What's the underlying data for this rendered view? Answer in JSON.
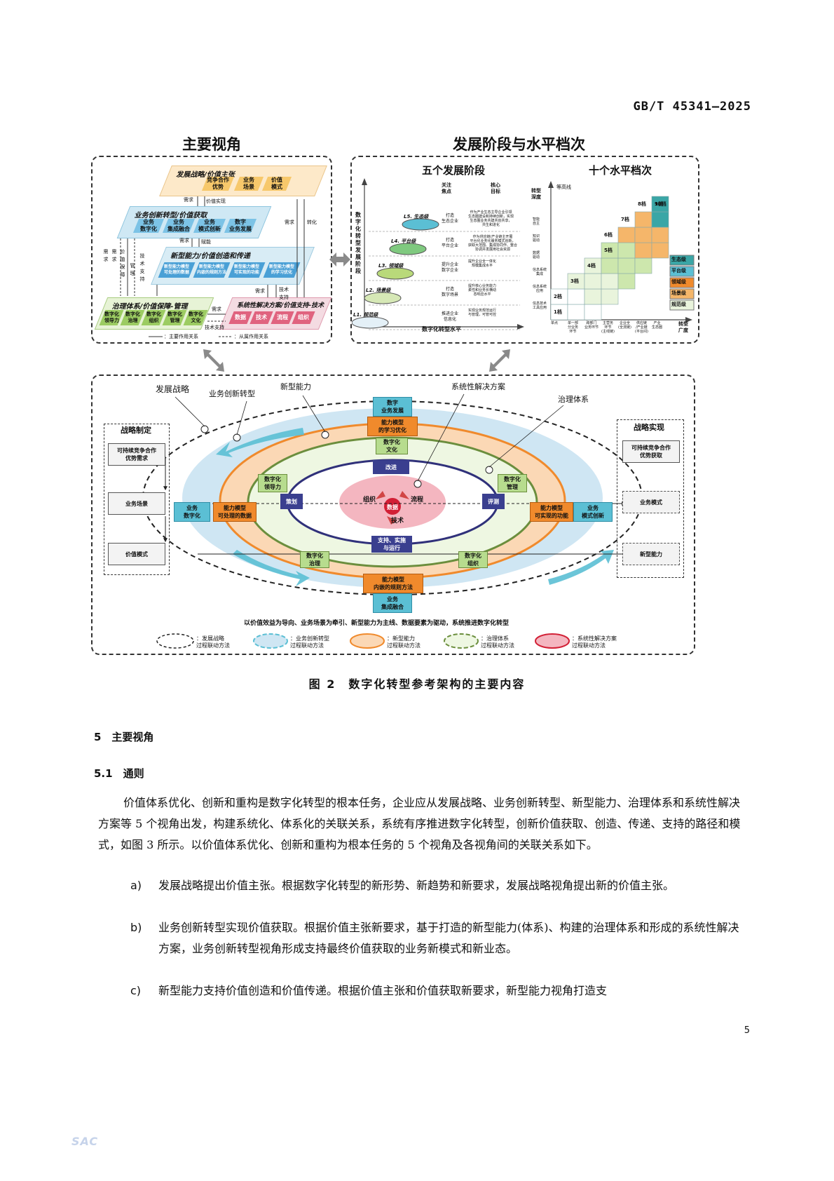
{
  "header": {
    "standard_code": "GB/T 45341—2025"
  },
  "figure": {
    "left_title": "主要视角",
    "right_title": "发展阶段与水平档次",
    "caption": "图 2　数字化转型参考架构的主要内容",
    "perspectives": {
      "strategy": {
        "title": "发展战略/价值主张",
        "items": [
          "竞争合作\n优势",
          "业务\n场景",
          "价值\n模式"
        ]
      },
      "business": {
        "title": "业务创新转型/价值获取",
        "items": [
          "业务\n数字化",
          "业务\n集成融合",
          "业务\n模式创新",
          "数字\n业务发展"
        ]
      },
      "capability": {
        "title": "新型能力/价值创造和传递",
        "items": [
          "新型能力模型\n可处理的数据",
          "新型能力模型\n内嵌的规则方法",
          "新型能力模型\n可实现的功能",
          "新型能力模型\n的学习优化"
        ]
      },
      "governance": {
        "title": "治理体系/价值保障-管理",
        "items": [
          "数字化\n领导力",
          "数字化\n治理",
          "数字化\n组织",
          "数字化\n管理",
          "数字化\n文化"
        ]
      },
      "solution": {
        "title": "系统性解决方案/价值支持-技术",
        "items": [
          "数据",
          "技术",
          "流程",
          "组织"
        ]
      },
      "flow_labels": [
        "需求",
        "价值实现",
        "需求",
        "赋能",
        "需求",
        "需求",
        "价值保障",
        "管理",
        "技术支持",
        "需求",
        "转化",
        "需求",
        "技术支持",
        "需求",
        "技术支持"
      ],
      "legend": [
        "：主要作用关系",
        "：从属作用关系"
      ]
    },
    "stages": {
      "title": "五个发展阶段",
      "yaxis": "数字化转型发展阶段",
      "xaxis": "数字化转型水平",
      "col_headers": [
        "关注\n焦点",
        "核心\n目标"
      ],
      "levels": [
        {
          "name": "L5. 生态级",
          "focus": "打造\n生态企业",
          "goal": "作为产业生态主导企业引领\n生态圈建设和持续创新，实现\n生态圈业务共建共创共享，\n共生和进化"
        },
        {
          "name": "L4. 平台级",
          "focus": "打造\n平台企业",
          "goal": "作为供应链/产业链主开展\n平台化业务化服务模式创新，\n获取大范围、集成协同作、整合\n协调并发展用社会资源"
        },
        {
          "name": "L3. 领域级",
          "focus": "提升企业\n数字企业",
          "goal": "提升企业全一体化\n规模集成水平"
        },
        {
          "name": "L2. 场景级",
          "focus": "打造\n数字场景",
          "goal": "提升核心业务能力\n柔性和业务长横动\n态响应水平"
        },
        {
          "name": "L1. 规范级",
          "focus": "推进企业\n信息化",
          "goal": "实现业务规范运行\n与管理，可管可控"
        }
      ]
    },
    "grades": {
      "title": "十个水平档次",
      "contour_label": "等高线",
      "depth_label": "转型\n深度",
      "breadth_label": "转型\n广度",
      "y_labels": [
        "智能\n自主",
        "知识\n驱动",
        "数据\n驱动",
        "信息系统\n集成",
        "信息系统\n应用",
        "信息技术\n工具应用"
      ],
      "x_labels": [
        "单点",
        "单一部\n分业务\n环节",
        "跨部门\n业务环节",
        "主营务\n环节\n(主线链)",
        "企业全\n(全流链)",
        "供应链\n/产业链\n(平台间)",
        "产业\n生态圈"
      ],
      "level_labels": [
        "1档",
        "2档",
        "3档",
        "4档",
        "5档",
        "6档",
        "7档",
        "8档",
        "9档",
        "10档"
      ],
      "legend": [
        "生态级",
        "平台级",
        "领域级",
        "场景级",
        "规范级"
      ]
    },
    "bottom": {
      "outer_labels": [
        "发展战略",
        "业务创新转型",
        "新型能力",
        "系统性解决方案",
        "治理体系"
      ],
      "left_box_title": "战略制定",
      "left_items": [
        "可持续竞争合作\n优势需求",
        "业务场景",
        "价值模式"
      ],
      "right_box_title": "战略实现",
      "right_items": [
        "可持续竞争合作\n优势获取",
        "业务模式",
        "新型能力"
      ],
      "business_nodes": [
        "数字\n业务发展",
        "业务\n数字化",
        "业务\n模式创新",
        "业务\n集成融合"
      ],
      "capability_nodes": [
        "能力模型\n的学习优化",
        "能力模型\n可处理的数据",
        "能力模型\n可实现的功能",
        "能力模型\n内嵌的规则方法"
      ],
      "governance_nodes": [
        "数字化\n文化",
        "数字化\n领导力",
        "数字化\n管理",
        "数字化\n治理",
        "数字化\n组织"
      ],
      "cycle_nodes": [
        "改进",
        "策划",
        "评测",
        "支持、实施\n与运行"
      ],
      "core_labels": [
        "组织",
        "数据",
        "流程",
        "技术"
      ],
      "slogan": "以价值效益为导向、业务场景为牵引、新型能力为主线、数据要素为驱动，系统推进数字化转型",
      "legend": [
        "：发展战略\n过程联动方法",
        "：业务创新转型\n过程联动方法",
        "：新型能力\n过程联动方法",
        "：治理体系\n过程联动方法",
        "：系统性解决方案\n过程联动方法"
      ],
      "colors": {
        "business": "#cfe6f3",
        "capability": "#fbd8b5",
        "governance": "#eaf6d9",
        "core": "#f4b6c0",
        "orange": "#f08a2c",
        "green": "#6b8e3d",
        "navy": "#30317a",
        "teal": "#5bbfd4"
      }
    }
  },
  "section": {
    "heading": "5　主要视角",
    "sub_heading": "5.1　通则",
    "intro": "价值体系优化、创新和重构是数字化转型的根本任务，企业应从发展战略、业务创新转型、新型能力、治理体系和系统性解决方案等 5 个视角出发，构建系统化、体系化的关联关系，系统有序推进数字化转型，创新价值获取、创造、传递、支持的路径和模式，如图 3 所示。以价值体系优化、创新和重构为根本任务的 5 个视角及各视角间的关联关系如下。",
    "items": [
      {
        "label": "a)",
        "text": "发展战略提出价值主张。根据数字化转型的新形势、新趋势和新要求，发展战略视角提出新的价值主张。"
      },
      {
        "label": "b)",
        "text": "业务创新转型实现价值获取。根据价值主张新要求，基于打造的新型能力(体系)、构建的治理体系和形成的系统性解决方案，业务创新转型视角形成支持最终价值获取的业务新模式和新业态。"
      },
      {
        "label": "c)",
        "text": "新型能力支持价值创造和价值传递。根据价值主张和价值获取新要求，新型能力视角打造支"
      }
    ]
  },
  "footer": {
    "page_number": "5",
    "logo_text": "SAC"
  }
}
